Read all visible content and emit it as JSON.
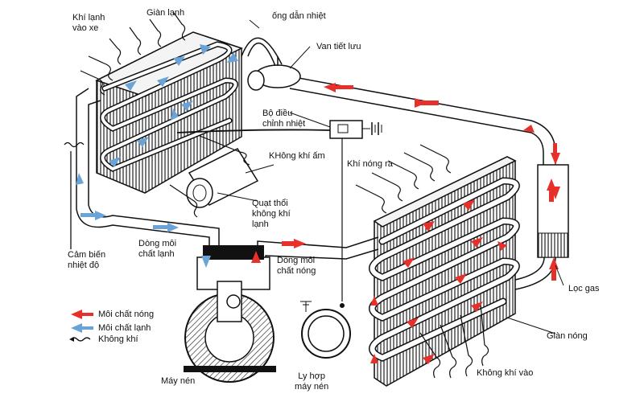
{
  "labels": {
    "cold_air_in_car": [
      "Khí lạnh",
      "vào xe"
    ],
    "evaporator": "Giàn lạnh",
    "heat_tube": "ống dẫn nhiệt",
    "expansion_valve": "Van tiết lưu",
    "thermostat": [
      "Bộ điều",
      "chỉnh nhiệt"
    ],
    "warm_air": "KHông khí ấm",
    "hot_air_out": "Khí nóng ra",
    "blower_fan": [
      "Quạt thổi",
      "không khí",
      "lạnh"
    ],
    "temp_sensor": [
      "Cảm biến",
      "nhiệt độ"
    ],
    "cold_refrigerant_flow": [
      "Dòng môi",
      "chất lạnh"
    ],
    "hot_refrigerant_flow": [
      "Dòng môi",
      "chất nóng"
    ],
    "gas_filter": "Lọc gas",
    "condenser": "Giàn nóng",
    "air_in": "Không khí vào",
    "compressor": "Máy nén",
    "compressor_clutch": [
      "Ly hợp",
      "máy nén"
    ]
  },
  "legend": [
    {
      "label": "Môi chất nóng",
      "color": "#e8302a",
      "kind": "arrow"
    },
    {
      "label": "Môi chất lạnh",
      "color": "#6aa3d8",
      "kind": "arrow"
    },
    {
      "label": "Không khí",
      "color": "#111111",
      "kind": "wave"
    }
  ],
  "colors": {
    "hot": "#e8302a",
    "cold": "#6aa3d8",
    "line": "#111111"
  }
}
